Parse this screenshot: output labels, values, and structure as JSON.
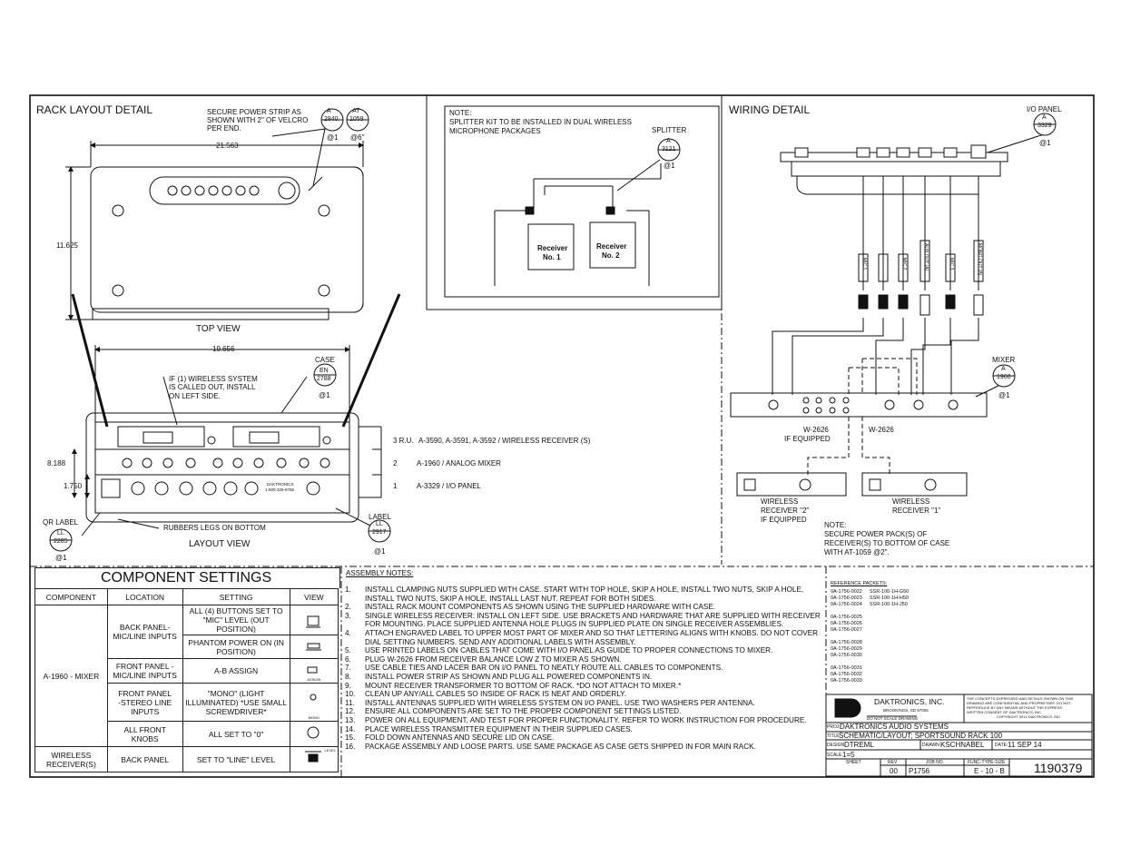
{
  "rack_layout": {
    "title": "RACK LAYOUT DETAIL",
    "power_note": [
      "SECURE POWER STRIP AS",
      "SHOWN WITH 2\" OF VELCRO",
      "PER END."
    ],
    "callout_a": {
      "label": "A",
      "value": "2840",
      "qty": "@1"
    },
    "callout_at": {
      "label": "AT",
      "value": "1059",
      "qty": "@6\""
    },
    "dim_width_top": "21.563",
    "dim_height_top": "11.625",
    "top_view_label": "TOP VIEW",
    "dim_width_layout": "19.656",
    "case_label": "CASE",
    "case_callout": {
      "label": "EN",
      "value": "2788",
      "qty": "@1"
    },
    "wireless_note": [
      "IF (1) WIRELESS SYSTEM",
      "IS CALLED OUT,  INSTALL",
      "ON LEFT SIDE."
    ],
    "dim_8188": "8.188",
    "dim_1750": "1.750",
    "rack_rows": [
      {
        "ru": "3 R.U.",
        "desc": "A-3590, A-3591, A-3592 / WIRELESS  RECEIVER (S)"
      },
      {
        "ru": "2",
        "desc": "A-1960 / ANALOG MIXER"
      },
      {
        "ru": "1",
        "desc": "A-3329 /  I/O PANEL"
      }
    ],
    "qr_label": "QR LABEL",
    "qr_callout": {
      "label": "LL",
      "value": "2285",
      "qty": "@1"
    },
    "rubbers_note": "RUBBERS LEGS ON BOTTOM",
    "layout_view_label": "LAYOUT VIEW",
    "label_label": "LABEL",
    "label_callout": {
      "label": "LL",
      "value": "2917",
      "qty": "@1"
    },
    "daktronics_panel": [
      "DAKTRONICS",
      "1-800-325-8766"
    ]
  },
  "splitter": {
    "note": [
      "NOTE:",
      "SPLITTER  KIT TO BE INSTALLED IN DUAL WIRELESS",
      "MICROPHONE PACKAGES"
    ],
    "label": "SPLITTER",
    "callout": {
      "label": "A",
      "value": "3121",
      "qty": "@1"
    },
    "receiver1": [
      "Receiver",
      "No. 1"
    ],
    "receiver2": [
      "Receiver",
      "No. 2"
    ]
  },
  "wiring": {
    "title": "WIRING DETAIL",
    "io_panel": "I/O PANEL",
    "io_callout": {
      "label": "A",
      "value": "3329",
      "qty": "@1"
    },
    "cable_tags": [
      "MIC 1",
      "MIC 2",
      "AUX OUT (A)",
      "MIC 3",
      "MONO OUT (B)"
    ],
    "mixer": "MIXER",
    "mixer_callout": {
      "label": "A",
      "value": "1960",
      "qty": "@1"
    },
    "w2626_left": [
      "W-2626",
      "IF EQUIPPED"
    ],
    "w2626_right": "W-2626",
    "receiver2_label": [
      "WIRELESS",
      "RECEIVER \"2\"",
      "IF EQUIPPED"
    ],
    "receiver1_label": [
      "WIRELESS",
      "RECEIVER \"1\""
    ],
    "pack_note": [
      "NOTE:",
      "SECURE POWER PACK(S) OF",
      "RECEIVER(S) TO BOTTOM OF CASE",
      "WITH AT-1059 @2\"."
    ]
  },
  "component_settings": {
    "title": "COMPONENT SETTINGS",
    "headers": [
      "COMPONENT",
      "LOCATION",
      "SETTING",
      "VIEW"
    ],
    "mixer": "A-1960 - MIXER",
    "back_panel": "BACK PANEL-\nMIC/LINE INPUTS",
    "back_setting_1": "ALL (4)  BUTTONS SET TO\n\"MIC\" LEVEL (OUT POSITION)",
    "back_setting_2": "PHANTOM POWER ON (IN\nPOSITION)",
    "front_panel": "FRONT PANEL -\nMIC/LINE INPUTS",
    "front_setting": "A-B ASSIGN",
    "stereo_panel": "FRONT PANEL\n-STEREO LINE\nINPUTS",
    "stereo_setting": "\"MONO\" (LIGHT\nILLUMINATED) *USE SMALL\nSCREWDRIVER*",
    "knobs_location": "ALL FRONT\nKNOBS",
    "knobs_setting": "ALL SET TO \"0\"",
    "wireless": "WIRELESS\nRECEIVER(S)",
    "wireless_location": "BACK PANEL",
    "wireless_setting": "SET TO \"LINE\" LEVEL",
    "view_icon_text": [
      "ASSIGN",
      "MONO",
      "LEVEL"
    ]
  },
  "assembly_notes": {
    "title": "ASSEMBLY NOTES:",
    "items": [
      {
        "n": "1.",
        "text": "INSTALL CLAMPING NUTS SUPPLIED WITH CASE. START WITH TOP HOLE, SKIP A HOLE, INSTALL TWO NUTS, SKIP A HOLE, INSTALL TWO NUTS, SKIP A HOLE, INSTALL LAST NUT. REPEAT FOR BOTH SIDES."
      },
      {
        "n": "2.",
        "text": "INSTALL RACK MOUNT COMPONENTS AS SHOWN USING THE SUPPLIED HARDWARE WITH CASE."
      },
      {
        "n": "3.",
        "text": "SINGLE WIRELESS RECEIVER: INSTALL ON LEFT SIDE. USE BRACKETS AND HARDWARE THAT ARE SUPPLIED WITH RECEIVER FOR MOUNTING. PLACE SUPPLIED ANTENNA HOLE PLUGS IN SUPPLIED PLATE ON SINGLE RECEIVER ASSEMBLIES."
      },
      {
        "n": "4.",
        "text": "ATTACH ENGRAVED LABEL TO UPPER MOST PART OF MIXER AND SO THAT LETTERING ALIGNS WITH KNOBS. DO NOT COVER DIAL SETTING NUMBERS. SEND ANY ADDITIONAL LABELS WITH ASSEMBLY."
      },
      {
        "n": "5.",
        "text": "USE PRINTED LABELS ON CABLES THAT COME WITH I/O PANEL AS GUIDE TO PROPER CONNECTIONS TO MIXER."
      },
      {
        "n": "6.",
        "text": "PLUG W-2626 FROM RECEIVER BALANCE LOW Z TO MIXER AS SHOWN."
      },
      {
        "n": "7.",
        "text": "USE CABLE TIES AND LACER BAR ON I/O PANEL TO NEATLY ROUTE ALL CABLES TO COMPONENTS."
      },
      {
        "n": "8.",
        "text": "INSTALL POWER STRIP AS SHOWN AND PLUG ALL POWERED COMPONENTS IN."
      },
      {
        "n": "9.",
        "text": "MOUNT RECEIVER TRANSFORMER TO BOTTOM OF RACK. *DO NOT ATTACH TO MIXER.*"
      },
      {
        "n": "10.",
        "text": "CLEAN UP ANY/ALL CABLES SO INSIDE OF RACK IS NEAT AND ORDERLY."
      },
      {
        "n": "11.",
        "text": "INSTALL ANTENNAS SUPPLIED WITH WIRELESS SYSTEM ON I/O PANEL.  USE TWO WASHERS PER ANTENNA."
      },
      {
        "n": "12.",
        "text": "ENSURE ALL COMPONENTS ARE SET TO THE PROPER COMPONENT SETTINGS LISTED."
      },
      {
        "n": "13.",
        "text": "POWER ON ALL EQUIPMENT, AND TEST FOR PROPER FUNCTIONALITY. REFER TO WORK INSTRUCTION FOR PROCEDURE."
      },
      {
        "n": "14.",
        "text": "PLACE  WIRELESS TRANSMITTER EQUIPMENT IN THEIR SUPPLIED CASES."
      },
      {
        "n": "15.",
        "text": "FOLD DOWN ANTENNAS AND SECURE LID ON CASE."
      },
      {
        "n": "16.",
        "text": "PACKAGE ASSEMBLY AND LOOSE PARTS. USE SAME PACKAGE AS CASE GETS SHIPPED IN FOR MAIN RACK."
      }
    ]
  },
  "reference_packets": {
    "title": "REFERENCE PACKETS:",
    "col1": [
      "0A-1756-0022",
      "0A-1756-0023",
      "0A-1756-0024",
      "",
      "0A-1756-0025",
      "0A-1756-0026",
      "0A-1756-0027",
      "",
      "0A-1756-0028",
      "0A-1756-0029",
      "0A-1756-0030",
      "",
      "0A-1756-0031",
      "0A-1756-0032",
      "0A-1756-0033"
    ],
    "col2": [
      "SSR-100-1H-G50",
      "SSR-100-1H-H50",
      "SSR-100-1H-J50"
    ]
  },
  "title_block": {
    "company": "DAKTRONICS, INC.",
    "address": "BROOKINGS, SD  57006",
    "confidential": [
      "THE CONCEPTS EXPRESSED AND DETAILS SHOWN ON THIS",
      "DRAWING ARE CONFIDENTIAL AND PROPRIETARY.  DO NOT",
      "REPRODUCE BY ANY MEANS WITHOUT THE EXPRESS",
      "WRITTEN CONSENT OF DAKTRONICS, INC.",
      "COPYRIGHT 2014 DAKTRONICS, INC."
    ],
    "no_scale": "DO NOT SCALE DRAWING",
    "proj_label": "PROJ:",
    "proj": "DAKTRONICS AUDIO SYSTEMS",
    "title_label": "TITLE:",
    "title": "SCHEMATIC/LAYOUT; SPORTSOUND RACK 100",
    "design_label": "DESIGN:",
    "design": "DTREML",
    "drawn_label": "DRAWN:",
    "drawn": "KSCHNABEL",
    "date_label": "DATE:",
    "date": "11 SEP 14",
    "scale_label": "SCALE:",
    "scale": "1=5",
    "sheet_label": "SHEET",
    "rev_label": "REV",
    "job_label": "JOB NO.",
    "func_label": "FUNC-TYPE-SIZE",
    "rev": "00",
    "job": "P1756",
    "func": "E - 10 - B",
    "drawing_no": "1190379"
  }
}
